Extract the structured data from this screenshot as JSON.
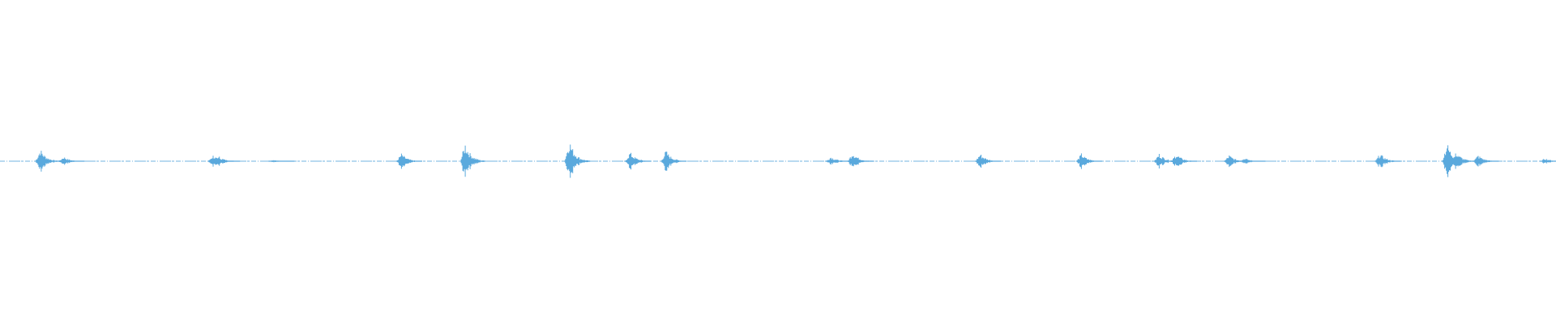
{
  "waveform": {
    "color": "#5aa9dd",
    "baseline_color": "#5aa9dd",
    "channels": 1,
    "bursts": [
      {
        "t": 0.026,
        "amp": 0.08
      },
      {
        "t": 0.041,
        "amp": 0.03
      },
      {
        "t": 0.137,
        "amp": 0.04
      },
      {
        "t": 0.141,
        "amp": 0.03
      },
      {
        "t": 0.176,
        "amp": 0.01
      },
      {
        "t": 0.258,
        "amp": 0.05
      },
      {
        "t": 0.299,
        "amp": 0.12
      },
      {
        "t": 0.366,
        "amp": 0.14
      },
      {
        "t": 0.405,
        "amp": 0.06
      },
      {
        "t": 0.428,
        "amp": 0.07
      },
      {
        "t": 0.534,
        "amp": 0.03
      },
      {
        "t": 0.548,
        "amp": 0.06
      },
      {
        "t": 0.63,
        "amp": 0.05
      },
      {
        "t": 0.695,
        "amp": 0.05
      },
      {
        "t": 0.745,
        "amp": 0.05
      },
      {
        "t": 0.756,
        "amp": 0.05
      },
      {
        "t": 0.79,
        "amp": 0.04
      },
      {
        "t": 0.8,
        "amp": 0.02
      },
      {
        "t": 0.887,
        "amp": 0.05
      },
      {
        "t": 0.93,
        "amp": 0.12
      },
      {
        "t": 0.936,
        "amp": 0.06
      },
      {
        "t": 0.95,
        "amp": 0.04
      },
      {
        "t": 0.993,
        "amp": 0.02
      }
    ]
  }
}
